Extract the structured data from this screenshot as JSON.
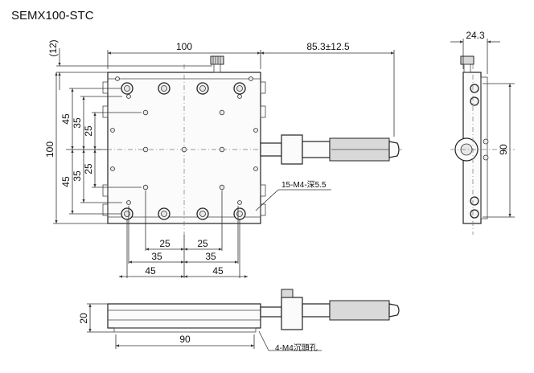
{
  "model": "SEMX100-STC",
  "top_view": {
    "width": "100",
    "travel": "85.3±12.5",
    "offset": "(12)",
    "height": "100",
    "left_dims": [
      "45",
      "35",
      "25",
      "25",
      "35",
      "45"
    ],
    "bottom_dims": {
      "row1": [
        "25",
        "25"
      ],
      "row2": [
        "35",
        "35"
      ],
      "row3": [
        "45",
        "45"
      ]
    },
    "tapped_holes": "15-M4-深5.5"
  },
  "side_view": {
    "thickness": "24.3",
    "height": "90"
  },
  "front_view": {
    "height": "20",
    "width": "90",
    "counterbore": "4-M4沉頭孔"
  }
}
